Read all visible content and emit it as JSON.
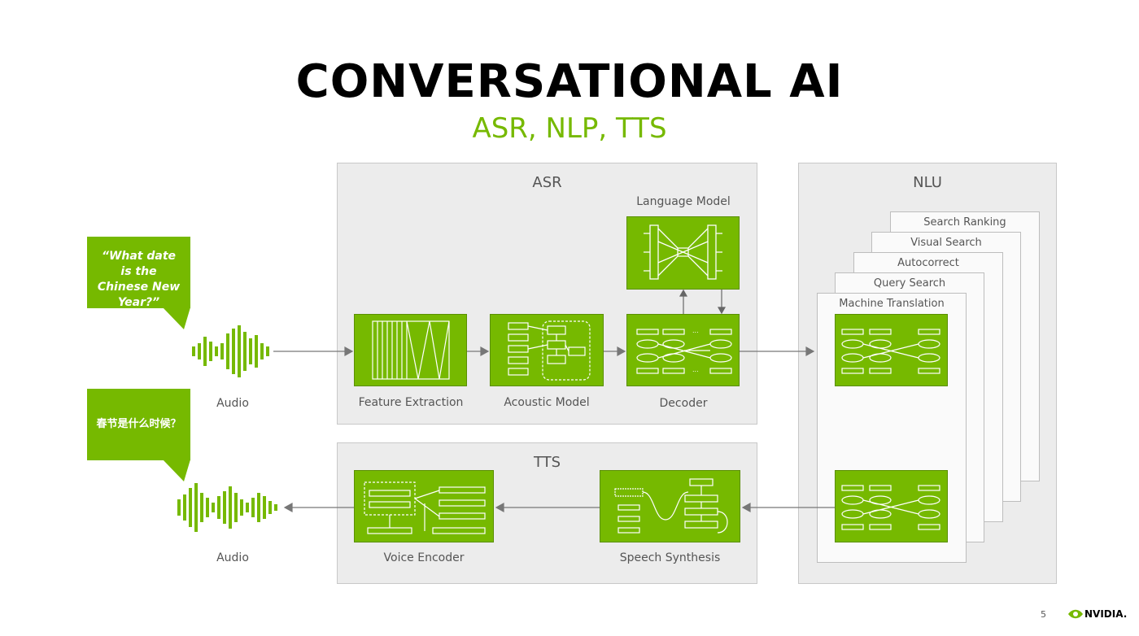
{
  "title": "CONVERSATIONAL AI",
  "subtitle": "ASR, NLP, TTS",
  "colors": {
    "accent": "#76b900",
    "panel": "#ececec",
    "text": "#555555"
  },
  "asr": {
    "label": "ASR",
    "language_model": "Language Model",
    "feature_extraction": "Feature Extraction",
    "acoustic_model": "Acoustic Model",
    "decoder": "Decoder"
  },
  "tts": {
    "label": "TTS",
    "voice_encoder": "Voice Encoder",
    "speech_synthesis": "Speech Synthesis"
  },
  "nlu": {
    "label": "NLU",
    "cards": [
      "Search Ranking",
      "Visual Search",
      "Autocorrect",
      "Query Search",
      "Machine Translation"
    ]
  },
  "input": {
    "bubble": "“What date is the Chinese New Year?”",
    "audio_label": "Audio"
  },
  "output": {
    "bubble": "春节是什么时候？",
    "audio_label": "Audio"
  },
  "footer": {
    "page_number": "5",
    "brand": "NVIDIA."
  }
}
